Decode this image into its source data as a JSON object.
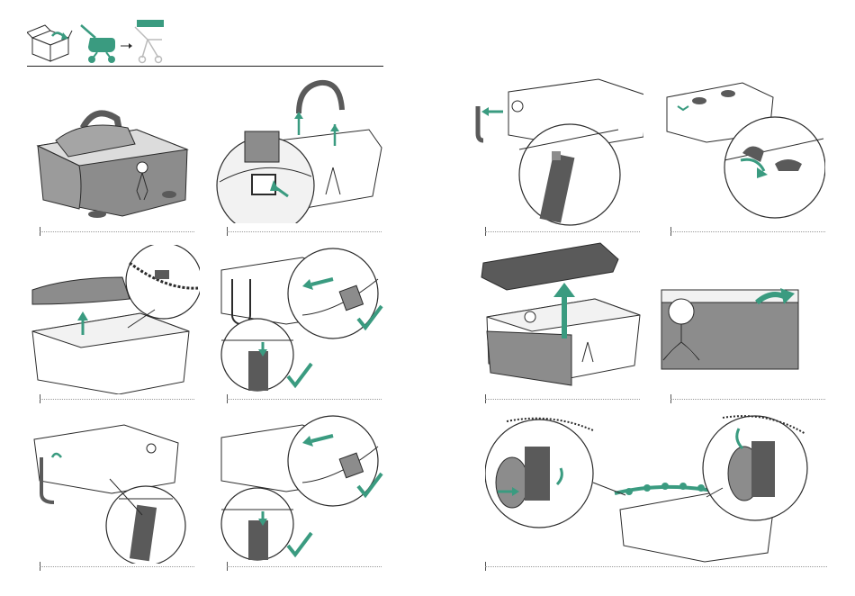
{
  "header": {
    "badge_label": "",
    "icons": [
      "unpacking-box-icon",
      "stroller-with-bassinet-icon",
      "arrow-right-icon",
      "stroller-chassis-icon"
    ]
  },
  "colors": {
    "accent": "#3a9b80",
    "line": "#2b2b2b",
    "fill_gray": "#8c8c8c",
    "fill_dark": "#5a5a5a",
    "fill_light": "#f2f2f2"
  },
  "steps_left": [
    {
      "id": 1,
      "depicts": "assembled-bassinet",
      "caption": ""
    },
    {
      "id": 2,
      "depicts": "remove-handle-press-buttons",
      "caption": ""
    },
    {
      "id": 3,
      "depicts": "unzip-and-lift-apron",
      "caption": ""
    },
    {
      "id": 4,
      "depicts": "detach-side-clips",
      "caption": ""
    },
    {
      "id": 5,
      "depicts": "remove-strap-from-slot",
      "caption": ""
    },
    {
      "id": 6,
      "depicts": "detach-rear-clips",
      "caption": ""
    }
  ],
  "steps_right": [
    {
      "id": 7,
      "depicts": "remove-side-strap",
      "caption": ""
    },
    {
      "id": 8,
      "depicts": "turn-base-knobs",
      "caption": ""
    },
    {
      "id": 9,
      "depicts": "lift-out-mattress",
      "caption": ""
    },
    {
      "id": 10,
      "depicts": "pull-fabric-from-rim",
      "caption": ""
    },
    {
      "id": 11,
      "depicts": "remove-frame-from-fabric",
      "caption": ""
    }
  ]
}
